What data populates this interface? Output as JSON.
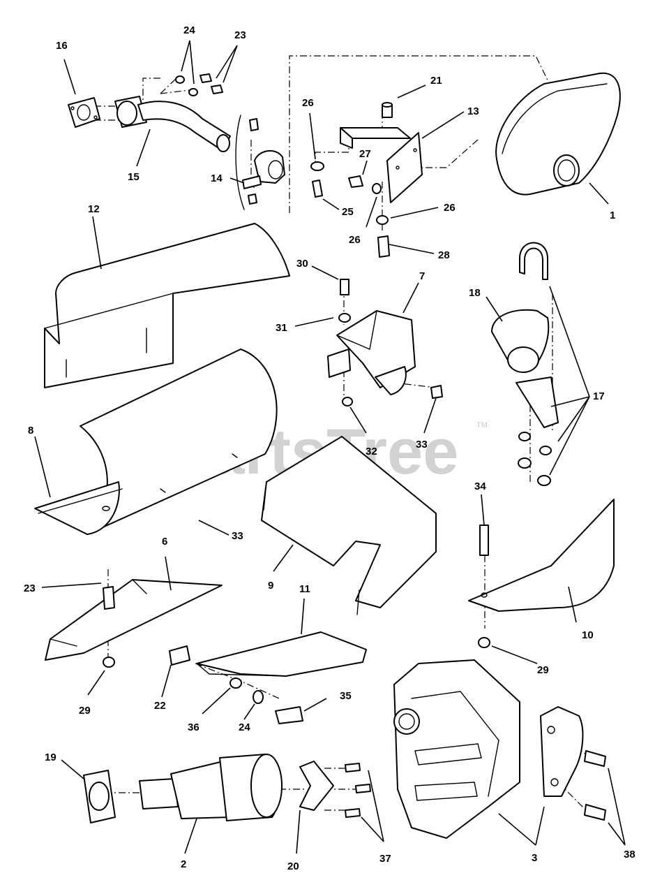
{
  "watermark": {
    "text": "PartsTree",
    "trademark": "TM"
  },
  "callouts": [
    "16",
    "24",
    "23",
    "15",
    "14",
    "26",
    "21",
    "13",
    "27",
    "25",
    "26",
    "26",
    "28",
    "1",
    "12",
    "30",
    "7",
    "31",
    "18",
    "17",
    "32",
    "33",
    "8",
    "33",
    "9",
    "34",
    "6",
    "23",
    "29",
    "11",
    "10",
    "29",
    "22",
    "36",
    "35",
    "24",
    "19",
    "37",
    "20",
    "2",
    "3",
    "38"
  ]
}
